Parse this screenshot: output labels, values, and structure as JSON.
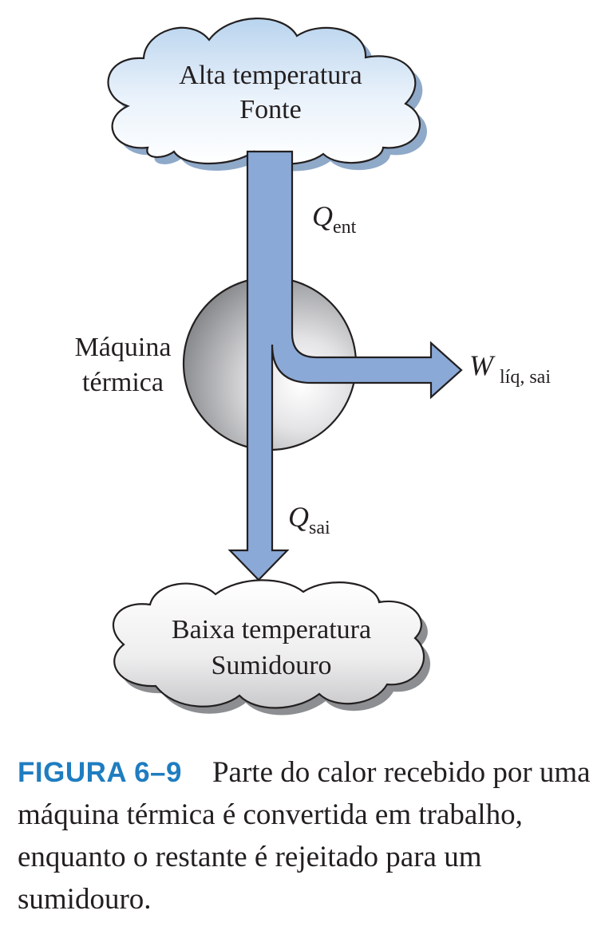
{
  "source": {
    "line1": "Alta temperatura",
    "line2": "Fonte"
  },
  "sink": {
    "line1": "Baixa temperatura",
    "line2": "Sumidouro"
  },
  "engine": {
    "line1": "Máquina",
    "line2": "térmica"
  },
  "flows": {
    "q_in": {
      "symbol": "Q",
      "subscript": "ent"
    },
    "q_out": {
      "symbol": "Q",
      "subscript": "sai"
    },
    "w_out": {
      "symbol": "W",
      "subscript": "líq, sai"
    }
  },
  "caption": {
    "label": "FIGURA 6–9",
    "text": "Parte do calor recebido por uma máquina térmica é convertida em trabalho, enquanto o restante é rejeitado para um sumidouro."
  },
  "colors": {
    "arrow_fill": "#8aa9d6",
    "outline": "#231f20",
    "cloud_top_edge": "#c9dff2",
    "caption_label": "#1f7dc0"
  }
}
